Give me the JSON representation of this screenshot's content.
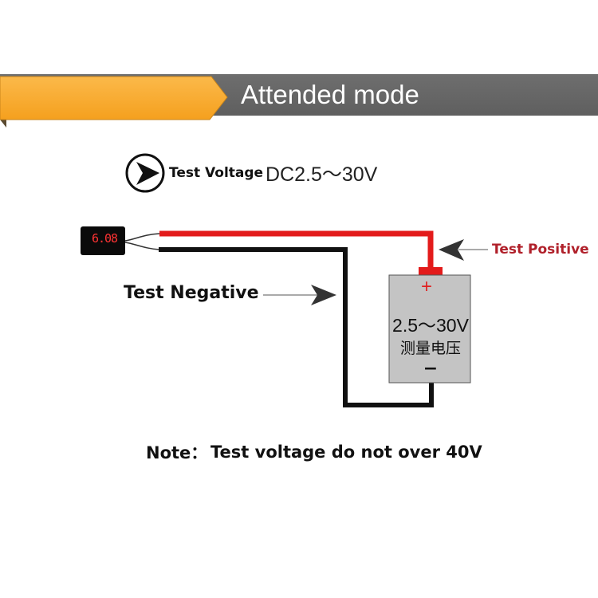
{
  "banner": {
    "title": "Attended mode",
    "colors": {
      "orange": "#f7a82a",
      "gray": "#666666"
    }
  },
  "test_voltage": {
    "icon": "play-arrow-circle-icon",
    "label": "Test Voltage",
    "value": "DC2.5～30V"
  },
  "meter": {
    "readout": "6.08",
    "display_color": "#ff3333"
  },
  "wires": {
    "positive_color": "#e31b1b",
    "negative_color": "#111111"
  },
  "labels": {
    "test_positive": "Test Positive",
    "test_negative": "Test Negative"
  },
  "source_box": {
    "plus": "+",
    "range": "2.5～30V",
    "chinese": "测量电压",
    "minus": "−"
  },
  "note": {
    "label": "Note：",
    "text": "Test voltage do not over 40V"
  }
}
